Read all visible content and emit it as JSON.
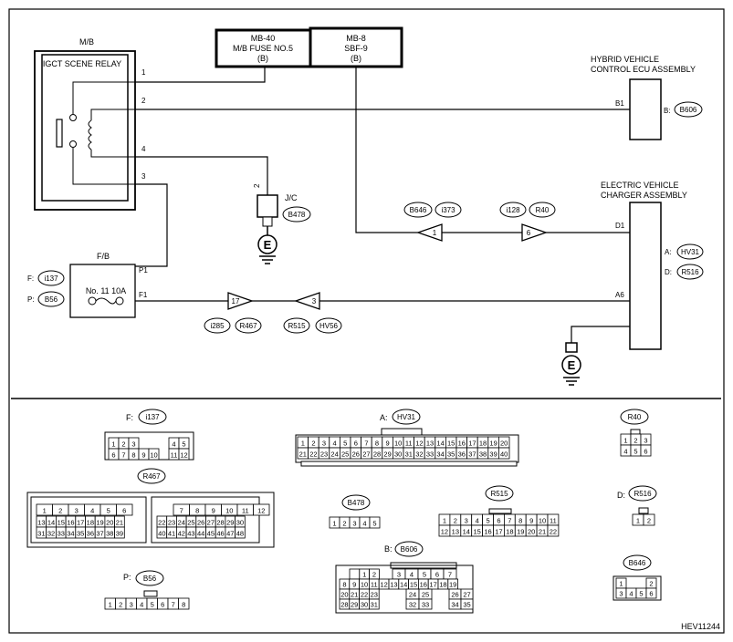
{
  "diagram_id": "HEV11244",
  "boxes": {
    "mb": "M/B",
    "relay": "IGCT SCENE RELAY",
    "fuse_mb40": [
      "MB-40",
      "M/B FUSE NO.5",
      "(B)"
    ],
    "fuse_mb8": [
      "MB-8",
      "SBF-9",
      "(B)"
    ],
    "hv_ecu": [
      "HYBRID VEHICLE",
      "CONTROL ECU ASSEMBLY"
    ],
    "ev_charger": [
      "ELECTRIC VEHICLE",
      "CHARGER ASSEMBLY"
    ],
    "jc": "J/C",
    "fb": "F/B",
    "fb_fuse": "No. 11 10A"
  },
  "relay_pins": [
    "1",
    "2",
    "4",
    "3"
  ],
  "pin_labels": {
    "b1": "B1",
    "d1": "D1",
    "a6": "A6",
    "p1": "P1",
    "f1": "F1",
    "jc_pin": "2",
    "hv_b": "B:",
    "ev_a": "A:",
    "ev_d": "D:",
    "fb_f": "F:",
    "fb_p": "P:"
  },
  "connectors": {
    "B606": "B606",
    "B478": "B478",
    "B646": "B646",
    "i373": "i373",
    "i128": "i128",
    "R40": "R40",
    "HV31": "HV31",
    "R516": "R516",
    "i137": "i137",
    "B56": "B56",
    "i285": "i285",
    "R467": "R467",
    "R515": "R515",
    "HV56": "HV56"
  },
  "inline_numbers": {
    "c1": "1",
    "c6": "6",
    "c17": "17",
    "c3": "3"
  },
  "ground_symbol": "E",
  "connector_views": {
    "F": "F:",
    "A": "A:",
    "D": "D:",
    "B": "B:",
    "P": "P:"
  }
}
